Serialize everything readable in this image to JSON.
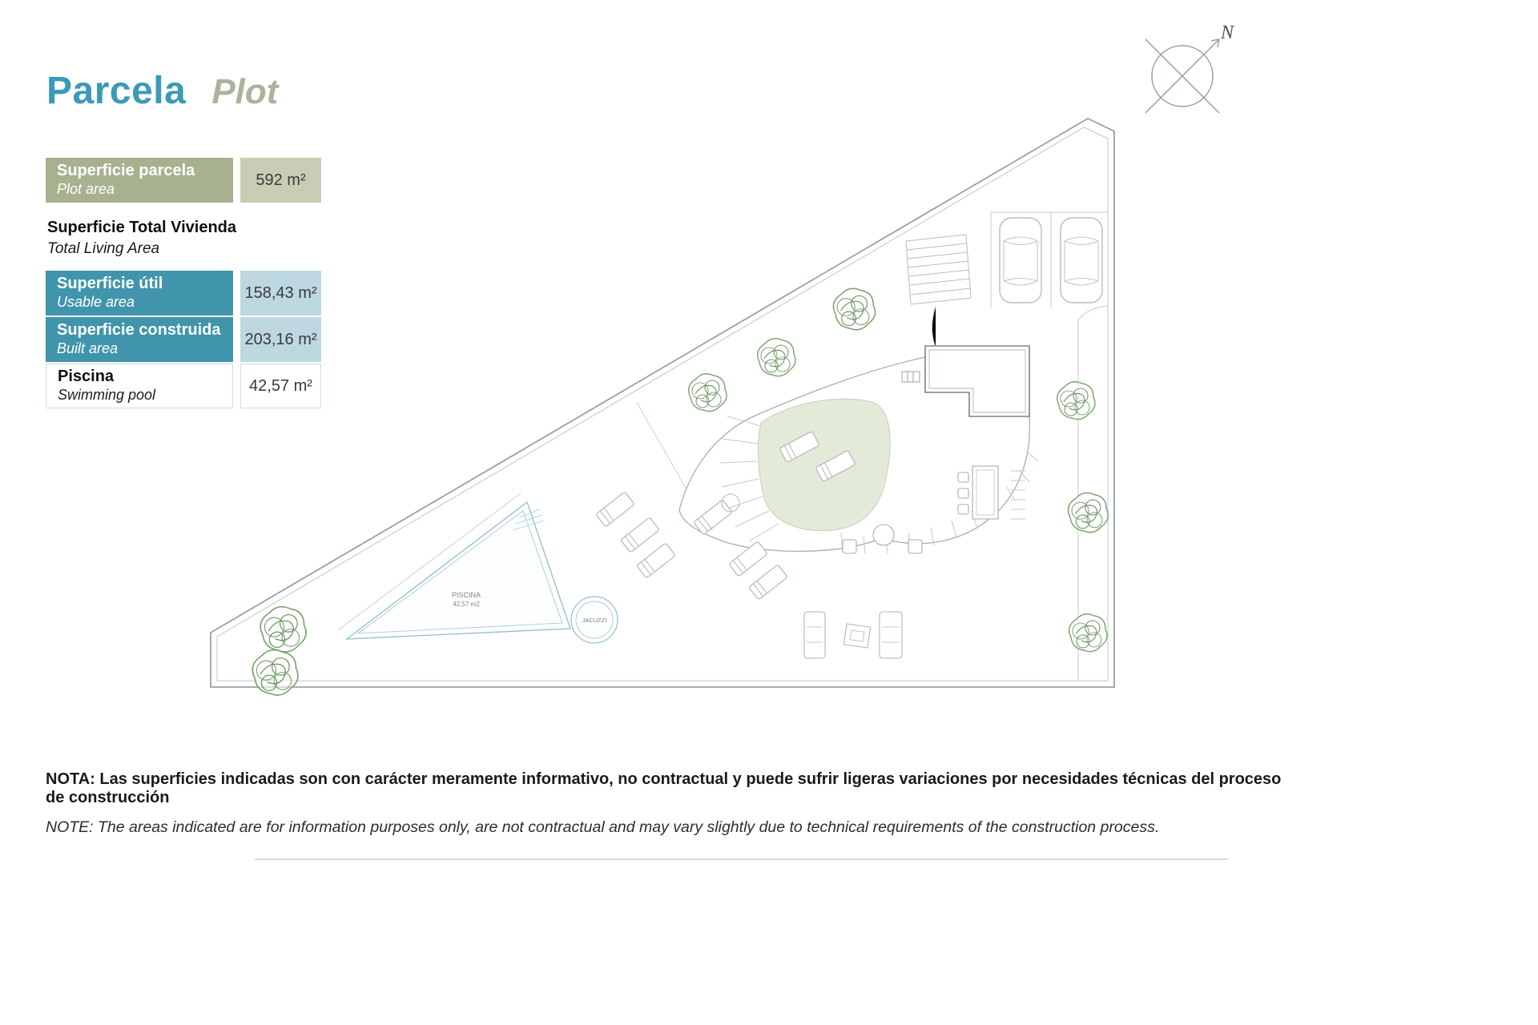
{
  "page": {
    "title_es": "Parcela",
    "title_en": "Plot"
  },
  "area_table": {
    "plot_row": {
      "label_es": "Superficie parcela",
      "label_en": "Plot area",
      "value": "592 m²"
    },
    "section_heading": {
      "es": "Superficie Total Vivienda",
      "en": "Total Living Area"
    },
    "usable_row": {
      "label_es": "Superficie útil",
      "label_en": "Usable area",
      "value": "158,43 m²"
    },
    "built_row": {
      "label_es": "Superficie construida",
      "label_en": "Built area",
      "value": "203,16 m²"
    },
    "pool_row": {
      "label_es": "Piscina",
      "label_en": "Swimming pool",
      "value": "42,57 m²"
    }
  },
  "plan": {
    "compass_label": "N",
    "pool_label": "PISCINA",
    "pool_area_label": "42,57 m2",
    "jacuzzi_label": "JACUZZI"
  },
  "footer": {
    "note_es": "NOTA: Las superficies indicadas son con carácter meramente informativo, no contractual y puede sufrir ligeras variaciones por necesidades técnicas del proceso de construcción",
    "note_en": "NOTE: The areas indicated are for information purposes only, are not contractual and may vary slightly due to technical requirements of the construction process."
  },
  "colors": {
    "title_teal": "#3b9ab6",
    "title_sage": "#a9b49a",
    "row_green_bg": "#a7b18f",
    "row_green_value_bg": "#c8cdb5",
    "row_teal_bg": "#4095ac",
    "row_teal_value_bg": "#bdd8e1",
    "lawn_green": "#e4ead8",
    "pool_teal": "#8fc0cb",
    "tree_green": "#7aa46f",
    "plan_gray": "#9aa0a3"
  }
}
